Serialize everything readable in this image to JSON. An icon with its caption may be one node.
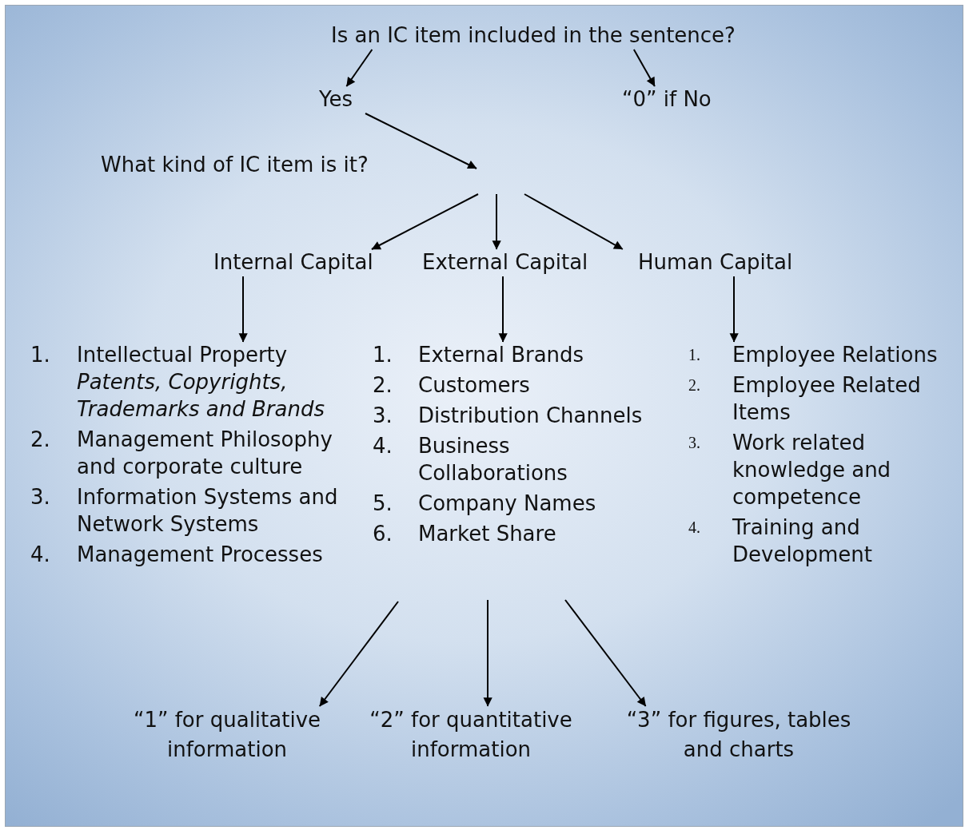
{
  "diagram": {
    "nodes": [
      {
        "text": [
          "Is an IC item included in the sentence?"
        ]
      },
      {
        "text": [
          "Yes"
        ]
      },
      {
        "text": [
          "“0” if No"
        ]
      },
      {
        "text": [
          "Internal Capital"
        ]
      },
      {
        "text": [
          "External Capital"
        ]
      },
      {
        "text": [
          "Human Capital"
        ]
      },
      {
        "text": [
          "1.",
          "Intellectual Property *Patents, Copyrights, Trademarks and Brands*",
          "2.",
          "Management Philosophy and corporate culture",
          "3.",
          "Information Systems and Network Systems",
          "4.",
          "Management Processes"
        ]
      },
      {
        "text": [
          "1.",
          "External Brands",
          "2.",
          "Customers",
          "3.",
          "Distribution Channels",
          "4.",
          "Business Collaborations",
          "5.",
          "Company Names",
          "6.",
          "Market Share"
        ]
      },
      {
        "text": [
          "1.",
          "Employee Relations",
          "2.",
          "Employee Related Items",
          "3.",
          "Work related knowledge and competence",
          "4.",
          "Training and Development"
        ]
      },
      {
        "text": [
          "“1” for qualitative information"
        ]
      },
      {
        "text": [
          "“2” for quantitative information"
        ]
      },
      {
        "text": [
          "“3” for figures, tables and charts"
        ]
      }
    ],
    "edges": [
      {
        "from": 0,
        "to": 1,
        "arrow": "to"
      },
      {
        "from": 0,
        "to": 2,
        "arrow": "to"
      },
      {
        "from": 1,
        "to": null,
        "arrow": "to"
      },
      {
        "from": null,
        "to": 3,
        "arrow": "to"
      },
      {
        "from": null,
        "to": 4,
        "arrow": "to"
      },
      {
        "from": null,
        "to": 5,
        "arrow": "to"
      },
      {
        "from": 3,
        "to": 6,
        "arrow": "to"
      },
      {
        "from": 4,
        "to": 7,
        "arrow": "to"
      },
      {
        "from": 5,
        "to": 8,
        "arrow": "to"
      },
      {
        "from": null,
        "to": 9,
        "arrow": "to"
      },
      {
        "from": null,
        "to": 10,
        "arrow": "to"
      },
      {
        "from": null,
        "to": 11,
        "arrow": "to"
      }
    ],
    "labels": [
      "What kind of IC item is it?"
    ]
  }
}
